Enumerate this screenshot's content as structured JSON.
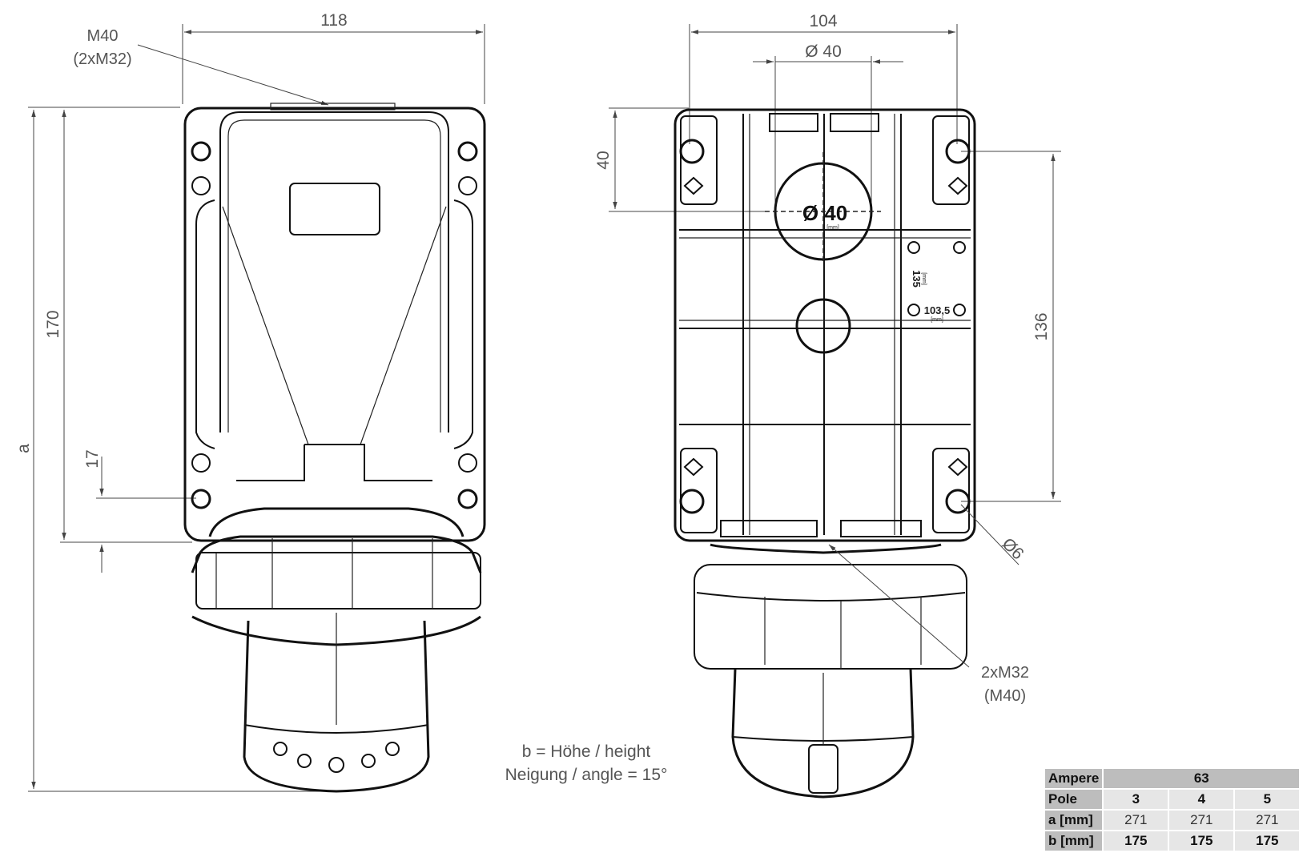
{
  "left_view": {
    "dim_width": "118",
    "dim_height_box": "170",
    "dim_a": "a",
    "dim_17": "17",
    "callout_line1": "M40",
    "callout_line2": "(2xM32)"
  },
  "right_view": {
    "dim_width": "104",
    "dim_diameter_top": "Ø 40",
    "dim_40": "40",
    "dim_136": "136",
    "dim_hole": "Ø6",
    "center_label": "Ø 40",
    "center_unit": "[mm]",
    "mark_135": "135",
    "mark_135_unit": "[mm]",
    "mark_1035": "103,5",
    "mark_1035_unit": "[mm]",
    "callout_line1": "2xM32",
    "callout_line2": "(M40)"
  },
  "note": {
    "line1": "b = Höhe / height",
    "line2": "Neigung / angle = 15°"
  },
  "table": {
    "rows": [
      {
        "label": "Ampere",
        "values": [
          "63"
        ]
      },
      {
        "label": "Pole",
        "values": [
          "3",
          "4",
          "5"
        ]
      },
      {
        "label": "a [mm]",
        "values": [
          "271",
          "271",
          "271"
        ]
      },
      {
        "label": "b [mm]",
        "values": [
          "175",
          "175",
          "175"
        ]
      }
    ]
  }
}
